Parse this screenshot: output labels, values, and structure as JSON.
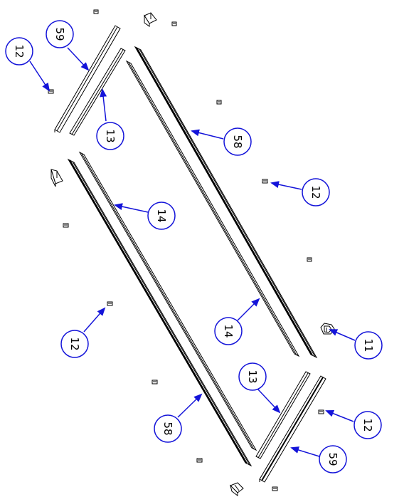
{
  "diagram": {
    "kind": "exploded assembly view",
    "leader_color": "#1414d9",
    "callouts": [
      {
        "id": "c12a",
        "label": "12",
        "target": "bracket-nut"
      },
      {
        "id": "c59a",
        "label": "59",
        "target": "short-profile-outer"
      },
      {
        "id": "c13a",
        "label": "13",
        "target": "short-profile-inner"
      },
      {
        "id": "c58a",
        "label": "58",
        "target": "long-profile-outer"
      },
      {
        "id": "c12b",
        "label": "12",
        "target": "bracket-nut"
      },
      {
        "id": "c14a",
        "label": "14",
        "target": "long-profile-inner"
      },
      {
        "id": "c12c",
        "label": "12",
        "target": "bracket-nut"
      },
      {
        "id": "c14b",
        "label": "14",
        "target": "long-profile-inner"
      },
      {
        "id": "c11",
        "label": "11",
        "target": "knob"
      },
      {
        "id": "c13b",
        "label": "13",
        "target": "short-profile-inner"
      },
      {
        "id": "c58b",
        "label": "58",
        "target": "long-profile-outer"
      },
      {
        "id": "c12d",
        "label": "12",
        "target": "bracket-nut"
      },
      {
        "id": "c59b",
        "label": "59",
        "target": "short-profile-outer"
      }
    ]
  }
}
